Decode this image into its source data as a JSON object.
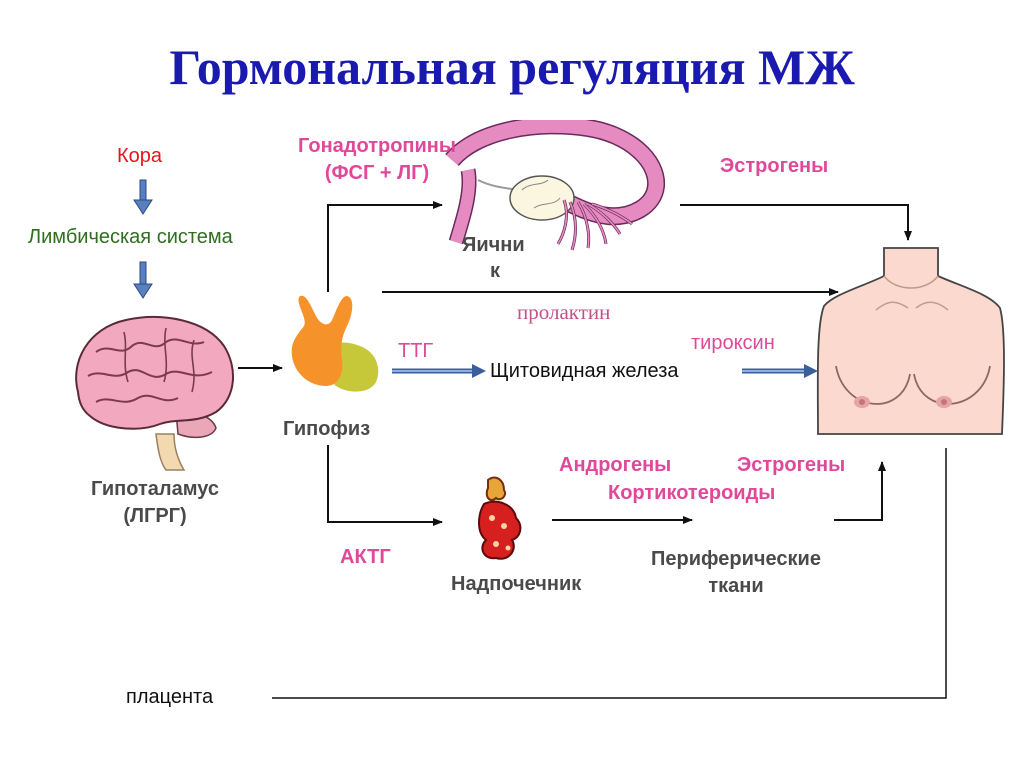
{
  "title": "Гормональная регуляция  МЖ",
  "colors": {
    "title": "#1a1ab0",
    "red": "#e8141e",
    "green": "#2f6e1f",
    "pink": "#e0489a",
    "gray": "#4a4a4a",
    "arrow_blue": "#4a6ea8"
  },
  "nodes": {
    "cortex": "Кора",
    "limbic": "Лимбическая система",
    "hypothalamus_line1": "Гипоталамус",
    "hypothalamus_line2": "(ЛГРГ)",
    "pituitary": "Гипофиз",
    "ovary_line1": "Яични",
    "ovary_line2": "к",
    "thyroid": "Щитовидная железа",
    "adrenal": "Надпочечник",
    "peripheral_line1": "Периферические",
    "peripheral_line2": "ткани",
    "placenta": "плацента"
  },
  "hormones": {
    "gonadotropins_line1": "Гонадотропины",
    "gonadotropins_line2": "(ФСГ + ЛГ)",
    "estrogens_top": "Эстрогены",
    "prolactin": "пролактин",
    "tsh": "ТТГ",
    "thyroxine": "тироксин",
    "androgens": "Андрогены",
    "estrogens_bottom": "Эстрогены",
    "corticosteroids": "Кортикотероиды",
    "acth": "АКТГ"
  },
  "icons": [
    "brain-icon",
    "pituitary-icon",
    "ovary-uterus-icon",
    "adrenal-icon",
    "breast-torso-icon"
  ]
}
